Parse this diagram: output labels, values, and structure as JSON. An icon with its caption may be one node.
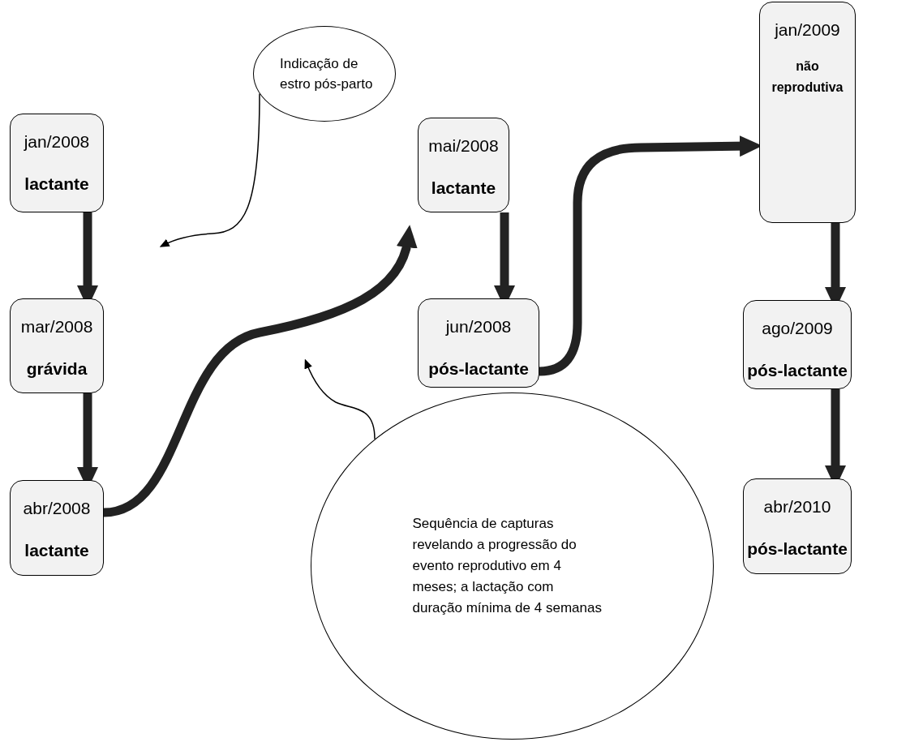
{
  "diagram": {
    "nodes": [
      {
        "text": [
          "jan/2008",
          "lactante"
        ]
      },
      {
        "text": [
          "mar/2008",
          "grávida"
        ]
      },
      {
        "text": [
          "abr/2008",
          "lactante"
        ]
      },
      {
        "text": [
          "mai/2008",
          "lactante"
        ]
      },
      {
        "text": [
          "jun/2008",
          "pós-lactante"
        ]
      },
      {
        "text": [
          "jan/2009",
          "não reprodutiva"
        ]
      },
      {
        "text": [
          "ago/2009",
          "pós-lactante"
        ]
      },
      {
        "text": [
          "abr/2010",
          "pós-lactante"
        ]
      },
      {
        "text": [
          "Indicação de estro pós-parto"
        ]
      },
      {
        "text": [
          "Sequência de capturas revelando a progressão do evento reprodutivo em  4 meses; a lactação com duração mínima de 4 semanas"
        ]
      }
    ],
    "edges": [
      {
        "from": 0,
        "to": 1,
        "arrow": "to"
      },
      {
        "from": 1,
        "to": 2,
        "arrow": "to"
      },
      {
        "from": 2,
        "to": 3,
        "arrow": "to"
      },
      {
        "from": 3,
        "to": 4,
        "arrow": "to"
      },
      {
        "from": 4,
        "to": 5,
        "arrow": "to"
      },
      {
        "from": 5,
        "to": 6,
        "arrow": "to"
      },
      {
        "from": 6,
        "to": 7,
        "arrow": "to"
      },
      {
        "from": 8,
        "to": null,
        "arrow": "to"
      },
      {
        "from": 9,
        "to": null,
        "arrow": "to"
      }
    ]
  }
}
